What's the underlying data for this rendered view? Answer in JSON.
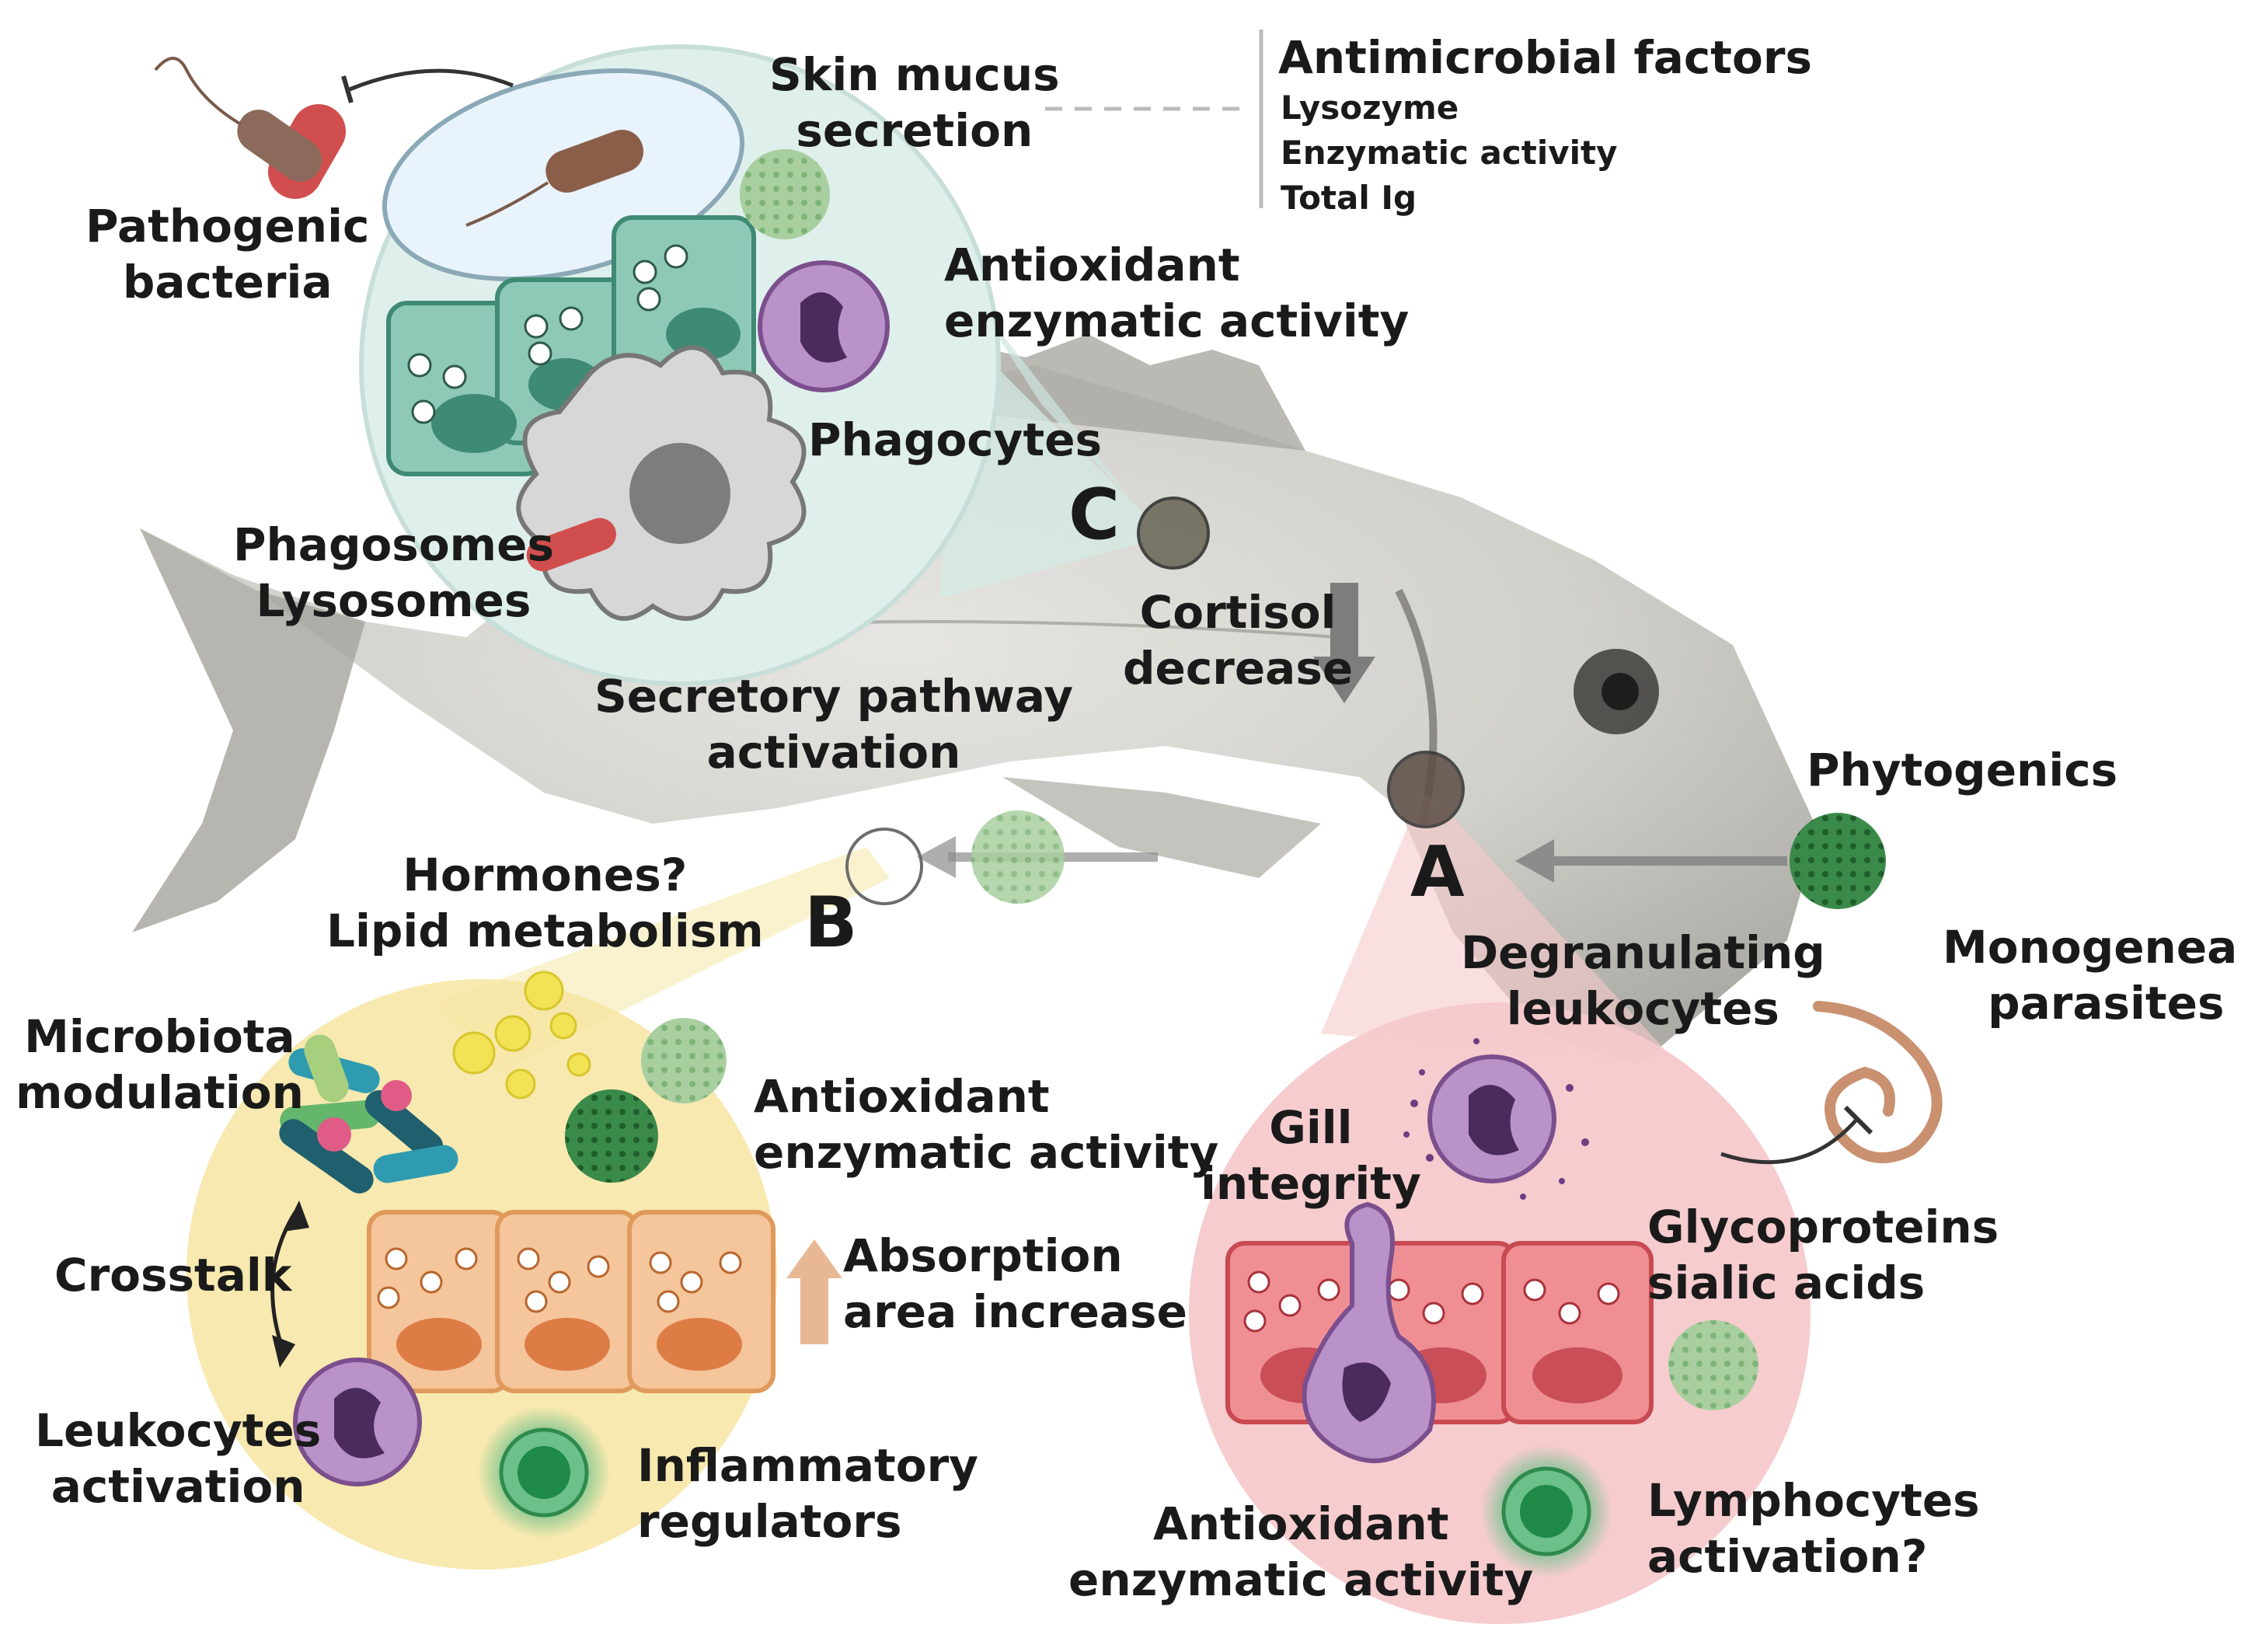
{
  "markers": {
    "A": "A",
    "B": "B",
    "C": "C"
  },
  "panel_c": {
    "skin_mucus": [
      "Skin mucus",
      "secretion"
    ],
    "pathogenic_bacteria": [
      "Pathogenic",
      "bacteria"
    ],
    "antioxidant": [
      "Antioxidant",
      "enzymatic activity"
    ],
    "phagocytes": "Phagocytes",
    "phagosomes": [
      "Phagosomes",
      "Lysosomes"
    ]
  },
  "antimicrobial": {
    "title": "Antimicrobial factors",
    "items": [
      "Lysozyme",
      "Enzymatic activity",
      "Total Ig"
    ]
  },
  "center": {
    "cortisol": [
      "Cortisol",
      "decrease"
    ],
    "secretory": [
      "Secretory pathway",
      "activation"
    ],
    "phytogenics": "Phytogenics"
  },
  "panel_b": {
    "hormones": [
      "Hormones?",
      "Lipid metabolism"
    ],
    "microbiota": [
      "Microbiota",
      "modulation"
    ],
    "antioxidant": [
      "Antioxidant",
      "enzymatic activity"
    ],
    "crosstalk": "Crosstalk",
    "absorption": [
      "Absorption",
      "area increase"
    ],
    "leukocytes": [
      "Leukocytes",
      "activation"
    ],
    "inflammatory": [
      "Inflammatory",
      "regulators"
    ]
  },
  "panel_a": {
    "degranulating": [
      "Degranulating",
      "leukocytes"
    ],
    "monogenean": [
      "Monogenean",
      "parasites"
    ],
    "gill": [
      "Gill",
      "integrity"
    ],
    "glycoproteins": [
      "Glycoproteins",
      "sialic acids"
    ],
    "antioxidant": [
      "Antioxidant",
      "enzymatic activity"
    ],
    "lymphocytes": [
      "Lymphocytes",
      "activation?"
    ]
  },
  "colors": {
    "panel_c_fill": "#dff0ec",
    "panel_b_fill": "#f6e7a6",
    "panel_a_fill": "#f6c9cb",
    "fish_body": "#c9c9c4",
    "arrow_grey": "#8c8c8c",
    "text": "#1a1a1a"
  }
}
